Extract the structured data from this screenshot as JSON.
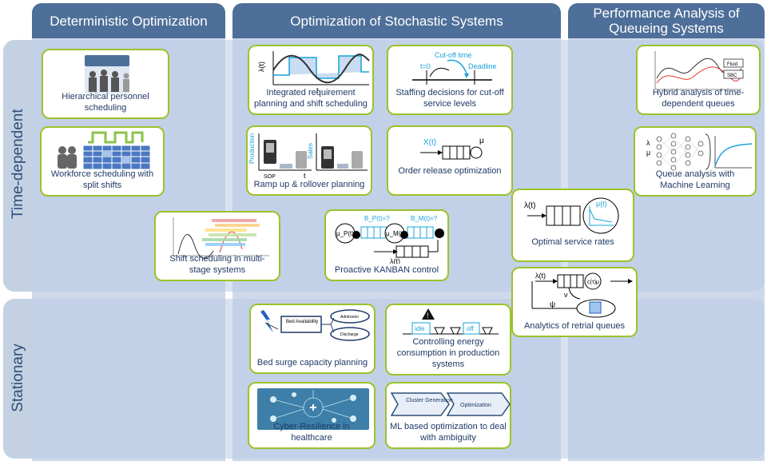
{
  "columns": {
    "deterministic": "Deterministic Optimization",
    "stochastic": "Optimization of Stochastic Systems",
    "queueing": "Performance Analysis of Queueing Systems"
  },
  "rows": {
    "time_dependent": "Time-dependent",
    "stationary": "Stationary"
  },
  "cards": {
    "hierarchical": "Hierarchical personnel scheduling",
    "workforce": "Workforce scheduling with split shifts",
    "multistage": "Shift scheduling in multi-stage systems",
    "integrated": "Integrated requirement planning and shift scheduling",
    "staffing": "Staffing decisions for cut-off service levels",
    "rampup": "Ramp up & rollover planning",
    "order_release": "Order release optimization",
    "kanban": "Proactive KANBAN control",
    "service_rates": "Optimal service rates",
    "retrial": "Analytics of retrial queues",
    "hybrid": "Hybrid analysis of time-dependent queues",
    "ml_queue": "Queue analysis with Machine Learning",
    "bed_surge": "Bed surge capacity planning",
    "energy": "Controlling energy consumption in production systems",
    "cyber": "Cyber-Resilience in healthcare",
    "ml_ambiguity": "ML based optimization to deal with ambiguity"
  },
  "labels": {
    "cutoff_time": "Cut-off time",
    "t0": "t=0",
    "deadline": "Deadline",
    "lambda_t": "λ(t)",
    "t": "t",
    "production": "Production",
    "sales": "Sales",
    "sop": "SOP",
    "x_t": "X(t)",
    "mu": "μ",
    "mu_t": "μ(t)",
    "bp_t": "B",
    "b_p_label": "B_P(t)=?",
    "b_m_label": "B_M(t)=?",
    "mu_p": "μ_P(t)",
    "mu_m": "μ_M(t)",
    "c_tau_mu": "c(τ)μ",
    "nu": "ν",
    "psi": "ψ",
    "fluid": "Fluid",
    "sbc": "SBC",
    "lambda": "λ",
    "bed_availability": "Bed Availability",
    "admission": "Admission",
    "discharge": "Discharge",
    "idle": "idle",
    "off": "off",
    "cluster_generation": "Cluster Generation",
    "optimization": "Optimization"
  },
  "colors": {
    "header": "#4e6f99",
    "card_border": "#9cc22a",
    "caption": "#1f3a66",
    "accent_cyan": "#1aa3d9"
  }
}
